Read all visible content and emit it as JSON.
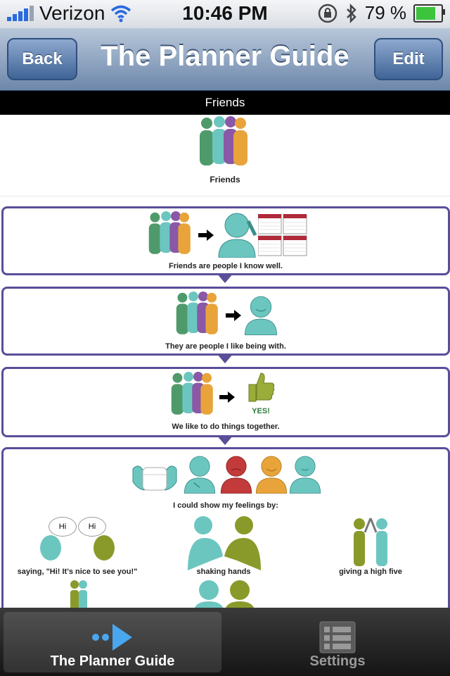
{
  "status": {
    "carrier": "Verizon",
    "time": "10:46 PM",
    "battery": "79 %",
    "battery_level": 0.79
  },
  "nav": {
    "back_label": "Back",
    "title": "The Planner Guide",
    "edit_label": "Edit"
  },
  "section": {
    "title": "Friends"
  },
  "top_item": {
    "caption": "Friends"
  },
  "cards": [
    {
      "caption": "Friends are people I know well."
    },
    {
      "caption": "They are people I like being with."
    },
    {
      "caption": "We like to do things together.",
      "yes_label": "YES!"
    },
    {
      "caption": "I could show my feelings by:",
      "speech": [
        "Hi",
        "Hi"
      ],
      "subitems": [
        "saying, \"Hi! It's nice to see you!\"",
        "shaking hands",
        "giving a high five"
      ]
    }
  ],
  "tabs": [
    {
      "label": "The Planner Guide",
      "icon": "play-dots-icon",
      "selected": true
    },
    {
      "label": "Settings",
      "icon": "settings-list-icon",
      "selected": false
    }
  ],
  "colors": {
    "accent": "#5a4e99",
    "green": "#4f9a6b",
    "teal": "#6cc6c0",
    "purple": "#8a58a6",
    "orange": "#e8a43a"
  }
}
